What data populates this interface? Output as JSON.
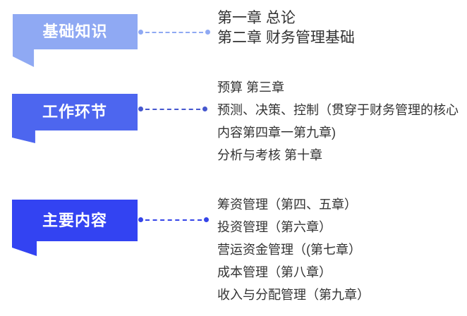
{
  "page": {
    "background": "#ffffff",
    "text_color": "#333333"
  },
  "sections": [
    {
      "label": "基础知识",
      "ribbon_color": "#8FA9F3",
      "connector_color": "#8FA9F3",
      "items": [
        "第一章 总论",
        "第二章 财务管理基础"
      ]
    },
    {
      "label": "工作环节",
      "ribbon_color": "#4D66EF",
      "connector_color": "#4557CE",
      "items": [
        "预算 第三章",
        "预测、决策、控制（贯穿于财务管理的核心\n内容第四章一第九章)",
        "分析与考核 第十章"
      ]
    },
    {
      "label": "主要内容",
      "ribbon_color": "#3343F2",
      "connector_color": "#3444E8",
      "items": [
        "筹资管理（第四、五章）",
        "投资管理（第六章）",
        "营运资金管理（(第七章）",
        "成本管理（第八章）",
        "收入与分配管理（第九章）"
      ]
    }
  ]
}
